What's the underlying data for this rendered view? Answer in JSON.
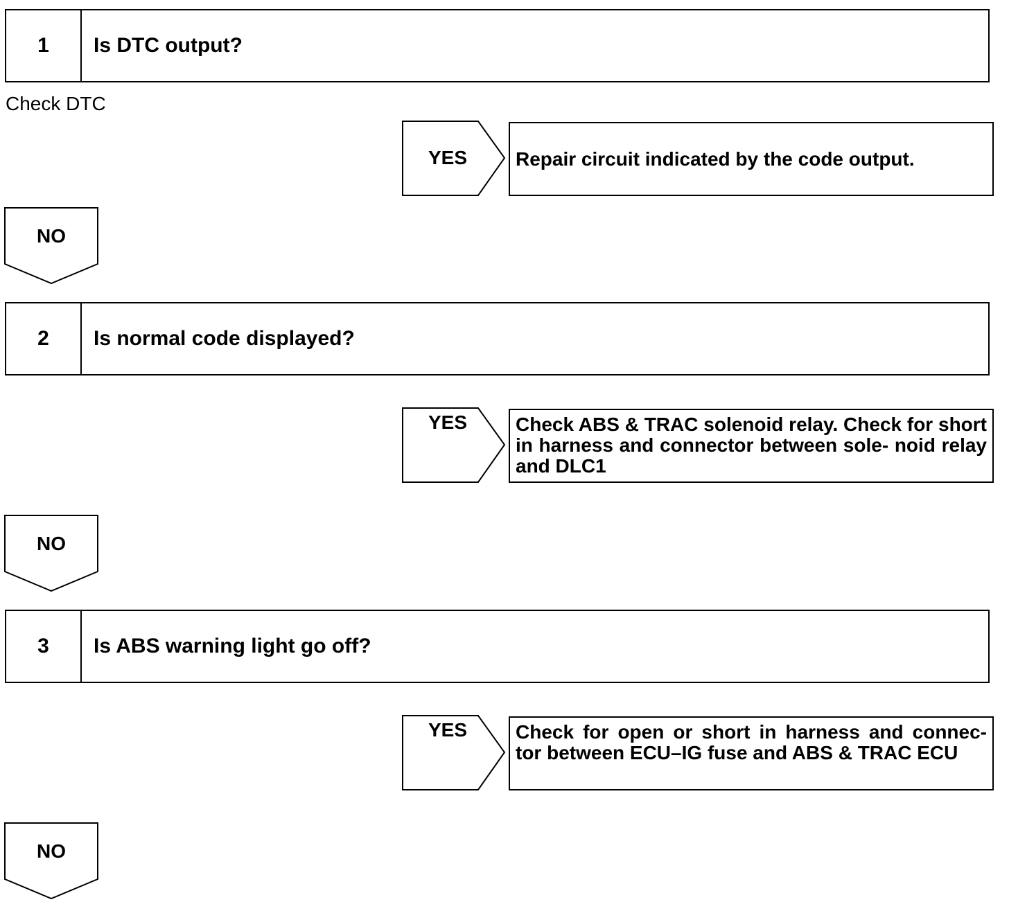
{
  "steps": [
    {
      "number": "1",
      "question": "Is DTC output?",
      "note": "Check DTC",
      "yes_label": "YES",
      "yes_action": "Repair circuit indicated by the code output.",
      "no_label": "NO"
    },
    {
      "number": "2",
      "question": "Is normal code displayed?",
      "yes_label": "YES",
      "yes_action": "Check ABS & TRAC solenoid relay. Check for short in harness and connector between sole- noid relay and DLC1",
      "no_label": "NO"
    },
    {
      "number": "3",
      "question": "Is ABS warning light go off?",
      "yes_label": "YES",
      "yes_action": "Check for open or short in harness and connec- tor between ECU–IG fuse and ABS & TRAC ECU",
      "no_label": "NO"
    }
  ]
}
